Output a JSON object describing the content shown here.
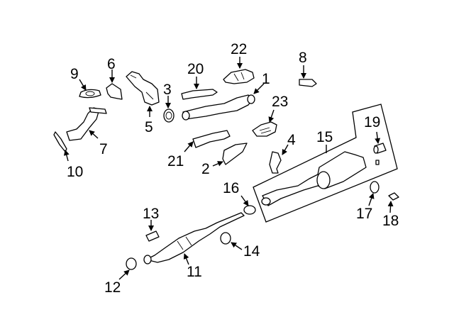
{
  "diagram": {
    "type": "exploded parts diagram",
    "subject": "exhaust system components",
    "callouts": [
      {
        "id": "1",
        "label": "1"
      },
      {
        "id": "2",
        "label": "2"
      },
      {
        "id": "3",
        "label": "3"
      },
      {
        "id": "4",
        "label": "4"
      },
      {
        "id": "5",
        "label": "5"
      },
      {
        "id": "6",
        "label": "6"
      },
      {
        "id": "7",
        "label": "7"
      },
      {
        "id": "8",
        "label": "8"
      },
      {
        "id": "9",
        "label": "9"
      },
      {
        "id": "10",
        "label": "10"
      },
      {
        "id": "11",
        "label": "11"
      },
      {
        "id": "12",
        "label": "12"
      },
      {
        "id": "13",
        "label": "13"
      },
      {
        "id": "14",
        "label": "14"
      },
      {
        "id": "15",
        "label": "15"
      },
      {
        "id": "16",
        "label": "16"
      },
      {
        "id": "17",
        "label": "17"
      },
      {
        "id": "18",
        "label": "18"
      },
      {
        "id": "19",
        "label": "19"
      },
      {
        "id": "20",
        "label": "20"
      },
      {
        "id": "21",
        "label": "21"
      },
      {
        "id": "22",
        "label": "22"
      },
      {
        "id": "23",
        "label": "23"
      }
    ]
  }
}
